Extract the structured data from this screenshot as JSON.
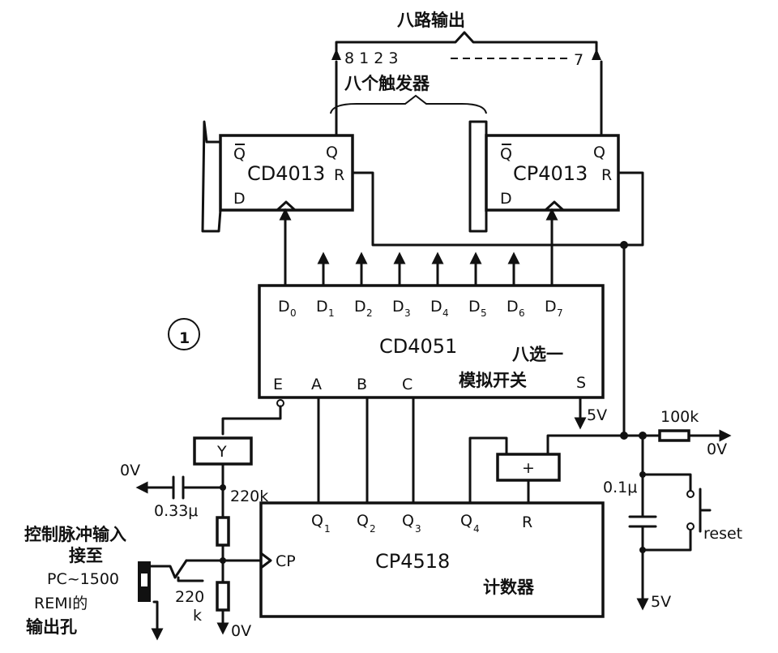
{
  "diagram": {
    "top_title": "八路输出",
    "out_numbers": "8   1 2 3",
    "out_last": "7",
    "trigger_label": "八个触发器",
    "ff_left": {
      "name": "CD4013",
      "qbar": "Q",
      "q": "Q",
      "r": "R",
      "d": "D"
    },
    "ff_right": {
      "name": "CP4013",
      "qbar": "Q",
      "q": "Q",
      "r": "R",
      "d": "D"
    },
    "mux": {
      "name": "CD4051",
      "desc1": "八选一",
      "desc2": "模拟开关",
      "outputs": [
        {
          "p": "D",
          "s": "0"
        },
        {
          "p": "D",
          "s": "1"
        },
        {
          "p": "D",
          "s": "2"
        },
        {
          "p": "D",
          "s": "3"
        },
        {
          "p": "D",
          "s": "4"
        },
        {
          "p": "D",
          "s": "5"
        },
        {
          "p": "D",
          "s": "6"
        },
        {
          "p": "D",
          "s": "7"
        }
      ],
      "pin_e": "E",
      "pin_a": "A",
      "pin_b": "B",
      "pin_c": "C",
      "pin_s": "S"
    },
    "counter": {
      "name": "CP4518",
      "desc": "计数器",
      "q1": {
        "p": "Q",
        "s": "1"
      },
      "q2": {
        "p": "Q",
        "s": "2"
      },
      "q3": {
        "p": "Q",
        "s": "3"
      },
      "q4": {
        "p": "Q",
        "s": "4"
      },
      "r": "R",
      "cp": "CP"
    },
    "figure_number": "1",
    "inverter": "Y",
    "or_gate": "+",
    "v5_top": "5V",
    "v5_bottom": "5V",
    "r100k": "100k",
    "v0_right": "0V",
    "v0_left": "0V",
    "v0_bottom": "0V",
    "cap_left": "0.33μ",
    "cap_right": "0.1μ",
    "r220k_top": "220k",
    "r220_bot": "220",
    "r220_bot_unit": "k",
    "reset": "reset",
    "input_line1": "控制脉冲输入",
    "input_line2": "接至",
    "input_line3": "PC~1500",
    "input_line4": "REMI的",
    "input_line5": "输出孔"
  }
}
